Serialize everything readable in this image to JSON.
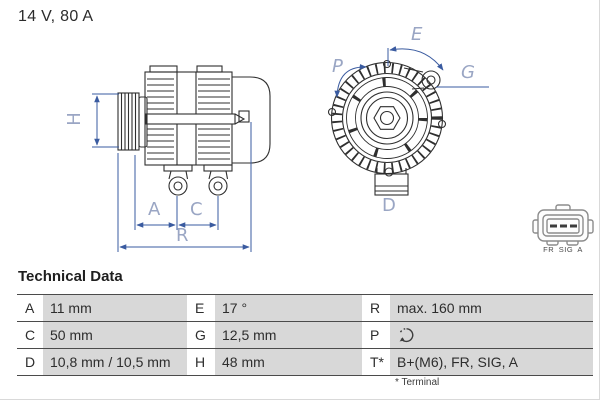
{
  "header": {
    "rating": "14 V, 80 A"
  },
  "diagram": {
    "side_view": {
      "description": "alternator side view with pulley",
      "dimension_labels": {
        "H": "H",
        "A": "A",
        "C": "C",
        "R": "R"
      }
    },
    "front_view": {
      "description": "alternator front view, pulley side",
      "dimension_labels": {
        "E": "E",
        "P": "P",
        "G": "G",
        "D": "D"
      }
    },
    "connector": {
      "pin_labels": "FR SIG A",
      "pin_count": 3
    },
    "colors": {
      "dimension_line": "#3a5ba0",
      "dimension_letter": "#9aa6c4",
      "line_art": "#2f2f2f",
      "table_value_bg": "#d8d8d8"
    }
  },
  "table": {
    "heading": "Technical Data",
    "rows": [
      [
        {
          "label": "A",
          "value": "11 mm"
        },
        {
          "label": "E",
          "value": "17 °"
        },
        {
          "label": "R",
          "value": "max. 160 mm"
        }
      ],
      [
        {
          "label": "C",
          "value": "50 mm"
        },
        {
          "label": "G",
          "value": "12,5 mm"
        },
        {
          "label": "P",
          "value": "",
          "icon": "rotation-direction"
        }
      ],
      [
        {
          "label": "D",
          "value": "10,8 mm / 10,5 mm"
        },
        {
          "label": "H",
          "value": "48 mm"
        },
        {
          "label": "T*",
          "value": "B+(M6), FR, SIG, A"
        }
      ]
    ],
    "footnote": "* Terminal"
  }
}
